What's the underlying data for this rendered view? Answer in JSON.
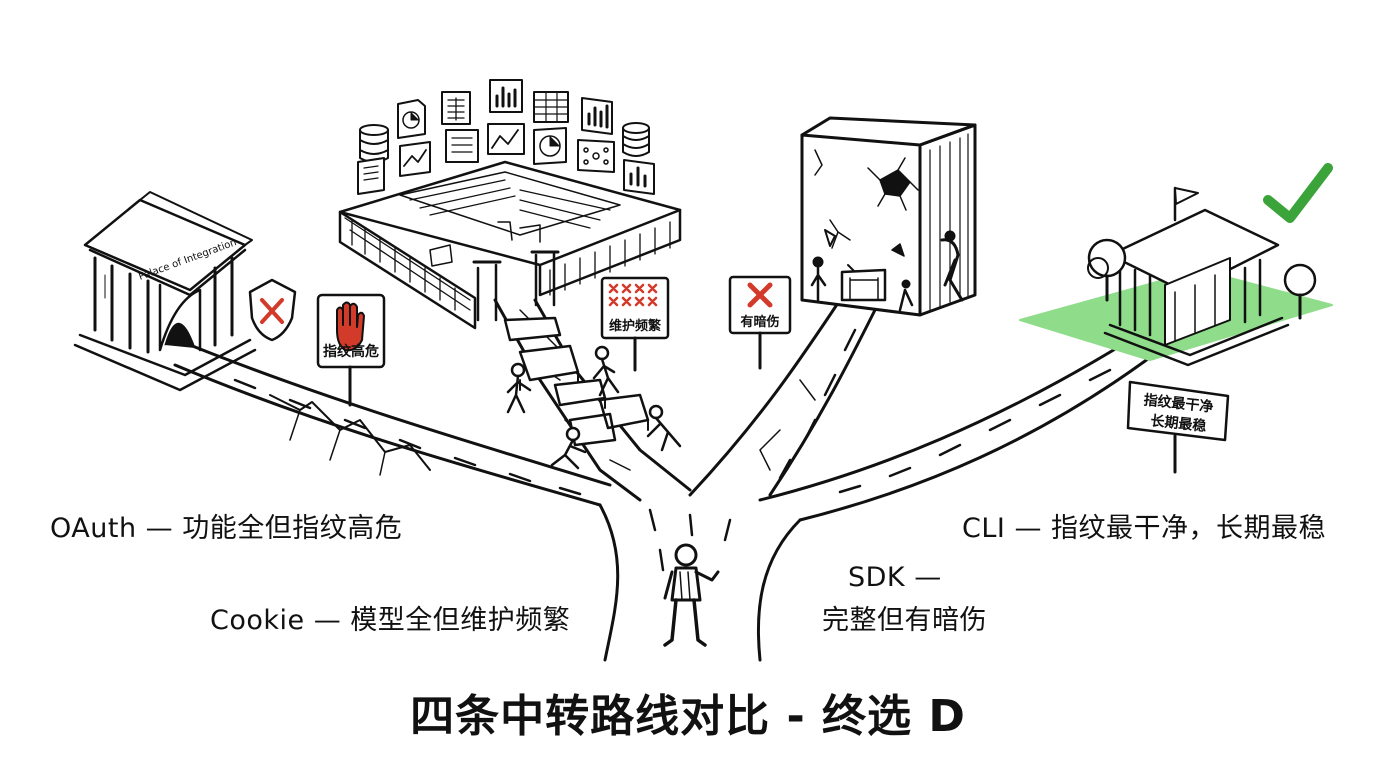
{
  "title": "四条中转路线对比 - 终选 D",
  "routes": {
    "oauth": {
      "label": "OAuth — 功能全但指纹高危",
      "building": "Palace of Integration",
      "sign": "指纹高危"
    },
    "cookie": {
      "label": "Cookie — 模型全但维护频繁",
      "sign": "维护频繁"
    },
    "sdk": {
      "label_line1": "SDK —",
      "label_line2": "完整但有暗伤",
      "sign": "有暗伤"
    },
    "cli": {
      "label": "CLI — 指纹最干净，长期最稳",
      "sign_line1": "指纹最干净",
      "sign_line2": "长期最稳"
    }
  },
  "colors": {
    "ink": "#111111",
    "danger": "#d23a2a",
    "success": "#3aa33a",
    "grass": "#8fdc8a"
  }
}
